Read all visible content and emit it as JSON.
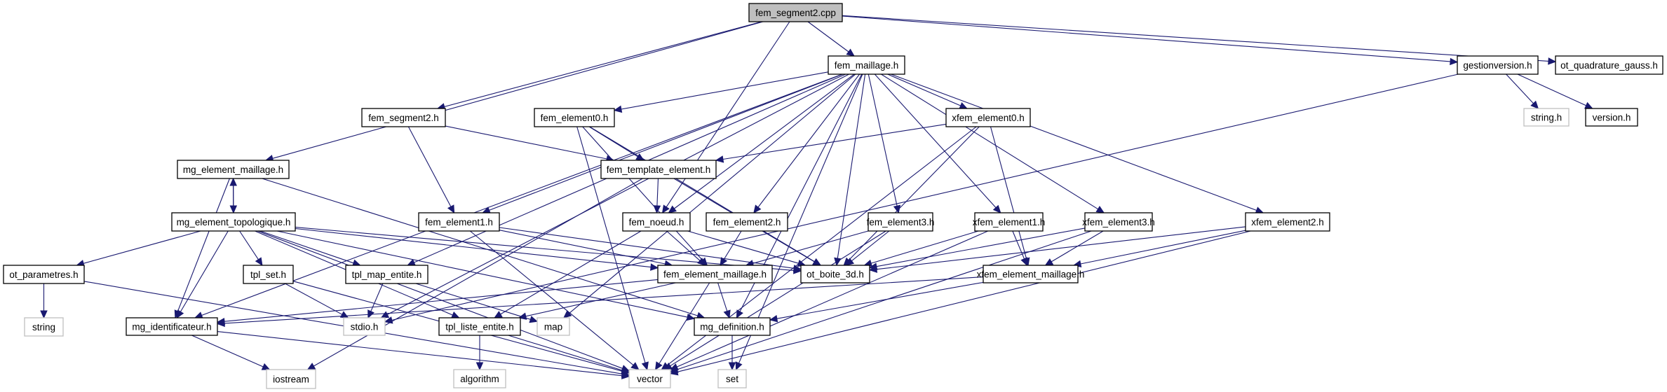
{
  "graph": {
    "title": "fem_segment2.cpp include dependency graph",
    "colors": {
      "edge": "#191970",
      "root_fill": "#bfbfbf",
      "node_fill": "#ffffff",
      "node_border": "#000000",
      "external_border": "#bfbfbf"
    },
    "nodes": [
      {
        "id": "fem_segment2_cpp",
        "label": "fem_segment2.cpp",
        "kind": "root"
      },
      {
        "id": "fem_maillage_h",
        "label": "fem_maillage.h",
        "kind": "local"
      },
      {
        "id": "gestionversion_h",
        "label": "gestionversion.h",
        "kind": "local"
      },
      {
        "id": "ot_quadrature_gauss_h",
        "label": "ot_quadrature_gauss.h",
        "kind": "local"
      },
      {
        "id": "string_h",
        "label": "string.h",
        "kind": "external"
      },
      {
        "id": "version_h",
        "label": "version.h",
        "kind": "local"
      },
      {
        "id": "fem_segment2_h",
        "label": "fem_segment2.h",
        "kind": "local"
      },
      {
        "id": "fem_element0_h",
        "label": "fem_element0.h",
        "kind": "local"
      },
      {
        "id": "xfem_element0_h",
        "label": "xfem_element0.h",
        "kind": "local"
      },
      {
        "id": "mg_element_maillage_h",
        "label": "mg_element_maillage.h",
        "kind": "local"
      },
      {
        "id": "fem_template_element_h",
        "label": "fem_template_element.h",
        "kind": "local"
      },
      {
        "id": "mg_element_topologique_h",
        "label": "mg_element_topologique.h",
        "kind": "local"
      },
      {
        "id": "fem_element1_h",
        "label": "fem_element1.h",
        "kind": "local"
      },
      {
        "id": "fem_noeud_h",
        "label": "fem_noeud.h",
        "kind": "local"
      },
      {
        "id": "fem_element2_h",
        "label": "fem_element2.h",
        "kind": "local"
      },
      {
        "id": "fem_element3_h",
        "label": "fem_element3.h",
        "kind": "local"
      },
      {
        "id": "xfem_element1_h",
        "label": "xfem_element1.h",
        "kind": "local"
      },
      {
        "id": "xfem_element3_h",
        "label": "xfem_element3.h",
        "kind": "local"
      },
      {
        "id": "xfem_element2_h",
        "label": "xfem_element2.h",
        "kind": "local"
      },
      {
        "id": "ot_parametres_h",
        "label": "ot_parametres.h",
        "kind": "local"
      },
      {
        "id": "tpl_set_h",
        "label": "tpl_set.h",
        "kind": "local"
      },
      {
        "id": "tpl_map_entite_h",
        "label": "tpl_map_entite.h",
        "kind": "local"
      },
      {
        "id": "fem_element_maillage_h",
        "label": "fem_element_maillage.h",
        "kind": "local"
      },
      {
        "id": "ot_boite_3d_h",
        "label": "ot_boite_3d.h",
        "kind": "local"
      },
      {
        "id": "xfem_element_maillage_h",
        "label": "xfem_element_maillage.h",
        "kind": "local"
      },
      {
        "id": "string",
        "label": "string",
        "kind": "external"
      },
      {
        "id": "mg_identificateur_h",
        "label": "mg_identificateur.h",
        "kind": "local"
      },
      {
        "id": "stdio_h",
        "label": "stdio.h",
        "kind": "external"
      },
      {
        "id": "tpl_liste_entite_h",
        "label": "tpl_liste_entite.h",
        "kind": "local"
      },
      {
        "id": "map",
        "label": "map",
        "kind": "external"
      },
      {
        "id": "mg_definition_h",
        "label": "mg_definition.h",
        "kind": "local"
      },
      {
        "id": "iostream",
        "label": "iostream",
        "kind": "external"
      },
      {
        "id": "algorithm",
        "label": "algorithm",
        "kind": "external"
      },
      {
        "id": "vector",
        "label": "vector",
        "kind": "external"
      },
      {
        "id": "set",
        "label": "set",
        "kind": "external"
      }
    ],
    "edges": [
      [
        "fem_segment2_cpp",
        "fem_maillage_h"
      ],
      [
        "fem_segment2_cpp",
        "gestionversion_h"
      ],
      [
        "fem_segment2_cpp",
        "ot_quadrature_gauss_h"
      ],
      [
        "fem_segment2_cpp",
        "fem_segment2_h"
      ],
      [
        "fem_segment2_cpp",
        "mg_element_maillage_h"
      ],
      [
        "fem_segment2_cpp",
        "fem_noeud_h"
      ],
      [
        "fem_maillage_h",
        "fem_element0_h"
      ],
      [
        "fem_maillage_h",
        "xfem_element0_h"
      ],
      [
        "fem_maillage_h",
        "fem_element1_h"
      ],
      [
        "fem_maillage_h",
        "fem_noeud_h"
      ],
      [
        "fem_maillage_h",
        "fem_element2_h"
      ],
      [
        "fem_maillage_h",
        "fem_element3_h"
      ],
      [
        "fem_maillage_h",
        "xfem_element1_h"
      ],
      [
        "fem_maillage_h",
        "xfem_element3_h"
      ],
      [
        "fem_maillage_h",
        "xfem_element2_h"
      ],
      [
        "fem_maillage_h",
        "ot_boite_3d_h"
      ],
      [
        "fem_maillage_h",
        "tpl_map_entite_h"
      ],
      [
        "fem_maillage_h",
        "mg_identificateur_h"
      ],
      [
        "fem_maillage_h",
        "stdio_h"
      ],
      [
        "fem_maillage_h",
        "map"
      ],
      [
        "fem_maillage_h",
        "mg_definition_h"
      ],
      [
        "fem_maillage_h",
        "set"
      ],
      [
        "gestionversion_h",
        "string_h"
      ],
      [
        "gestionversion_h",
        "version_h"
      ],
      [
        "gestionversion_h",
        "stdio_h"
      ],
      [
        "fem_segment2_h",
        "fem_template_element_h"
      ],
      [
        "fem_segment2_h",
        "fem_element1_h"
      ],
      [
        "fem_element0_h",
        "fem_template_element_h"
      ],
      [
        "fem_element0_h",
        "fem_element_maillage_h"
      ],
      [
        "fem_element0_h",
        "ot_boite_3d_h"
      ],
      [
        "fem_element0_h",
        "vector"
      ],
      [
        "xfem_element0_h",
        "fem_template_element_h"
      ],
      [
        "xfem_element0_h",
        "ot_boite_3d_h"
      ],
      [
        "xfem_element0_h",
        "xfem_element_maillage_h"
      ],
      [
        "xfem_element0_h",
        "vector"
      ],
      [
        "mg_element_maillage_h",
        "mg_element_topologique_h"
      ],
      [
        "mg_element_maillage_h",
        "mg_identificateur_h"
      ],
      [
        "mg_element_maillage_h",
        "mg_definition_h"
      ],
      [
        "mg_element_topologique_h",
        "mg_element_maillage_h"
      ],
      [
        "mg_element_topologique_h",
        "ot_parametres_h"
      ],
      [
        "mg_element_topologique_h",
        "tpl_set_h"
      ],
      [
        "mg_element_topologique_h",
        "tpl_map_entite_h"
      ],
      [
        "mg_element_topologique_h",
        "tpl_liste_entite_h"
      ],
      [
        "mg_element_topologique_h",
        "mg_identificateur_h"
      ],
      [
        "mg_element_topologique_h",
        "fem_element_maillage_h"
      ],
      [
        "mg_element_topologique_h",
        "ot_boite_3d_h"
      ],
      [
        "mg_element_topologique_h",
        "mg_definition_h"
      ],
      [
        "mg_element_topologique_h",
        "vector"
      ],
      [
        "fem_template_element_h",
        "fem_noeud_h"
      ],
      [
        "fem_template_element_h",
        "ot_boite_3d_h"
      ],
      [
        "fem_template_element_h",
        "iostream"
      ],
      [
        "fem_element1_h",
        "fem_element_maillage_h"
      ],
      [
        "fem_element1_h",
        "ot_boite_3d_h"
      ],
      [
        "fem_element1_h",
        "vector"
      ],
      [
        "fem_noeud_h",
        "fem_element_maillage_h"
      ],
      [
        "fem_noeud_h",
        "ot_boite_3d_h"
      ],
      [
        "fem_noeud_h",
        "tpl_liste_entite_h"
      ],
      [
        "fem_element2_h",
        "fem_element_maillage_h"
      ],
      [
        "fem_element2_h",
        "ot_boite_3d_h"
      ],
      [
        "fem_element3_h",
        "fem_element_maillage_h"
      ],
      [
        "fem_element3_h",
        "ot_boite_3d_h"
      ],
      [
        "fem_element3_h",
        "vector"
      ],
      [
        "xfem_element1_h",
        "ot_boite_3d_h"
      ],
      [
        "xfem_element1_h",
        "xfem_element_maillage_h"
      ],
      [
        "xfem_element1_h",
        "vector"
      ],
      [
        "xfem_element3_h",
        "ot_boite_3d_h"
      ],
      [
        "xfem_element3_h",
        "xfem_element_maillage_h"
      ],
      [
        "xfem_element3_h",
        "vector"
      ],
      [
        "xfem_element2_h",
        "ot_boite_3d_h"
      ],
      [
        "xfem_element2_h",
        "xfem_element_maillage_h"
      ],
      [
        "xfem_element2_h",
        "vector"
      ],
      [
        "ot_parametres_h",
        "string"
      ],
      [
        "ot_parametres_h",
        "vector"
      ],
      [
        "tpl_set_h",
        "stdio_h"
      ],
      [
        "tpl_set_h",
        "vector"
      ],
      [
        "tpl_map_entite_h",
        "stdio_h"
      ],
      [
        "tpl_map_entite_h",
        "map"
      ],
      [
        "fem_element_maillage_h",
        "mg_identificateur_h"
      ],
      [
        "fem_element_maillage_h",
        "tpl_liste_entite_h"
      ],
      [
        "fem_element_maillage_h",
        "mg_definition_h"
      ],
      [
        "fem_element_maillage_h",
        "vector"
      ],
      [
        "xfem_element_maillage_h",
        "mg_identificateur_h"
      ],
      [
        "xfem_element_maillage_h",
        "mg_definition_h"
      ],
      [
        "mg_identificateur_h",
        "iostream"
      ],
      [
        "mg_identificateur_h",
        "vector"
      ],
      [
        "tpl_liste_entite_h",
        "algorithm"
      ],
      [
        "tpl_liste_entite_h",
        "vector"
      ],
      [
        "mg_definition_h",
        "set"
      ]
    ]
  }
}
